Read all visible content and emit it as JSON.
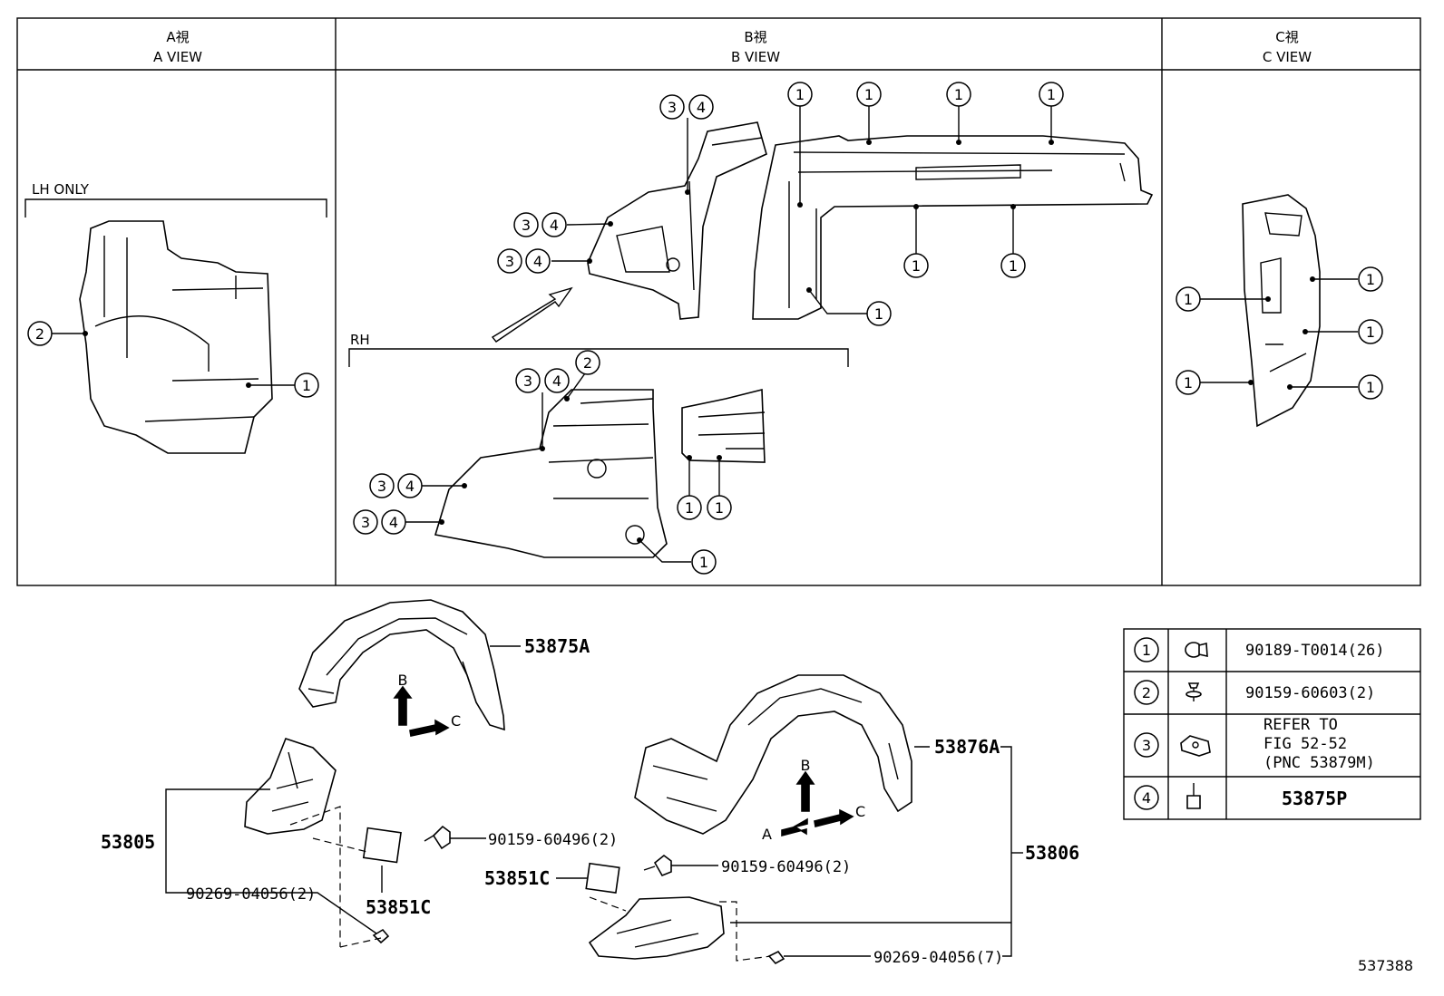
{
  "views": {
    "a": {
      "jp": "A視",
      "en": "A VIEW"
    },
    "b": {
      "jp": "B視",
      "en": "B VIEW"
    },
    "c": {
      "jp": "C視",
      "en": "C VIEW"
    }
  },
  "notes": {
    "lh_only": "LH ONLY",
    "rh": "RH"
  },
  "callouts": {
    "n1": "1",
    "n2": "2",
    "n3": "3",
    "n4": "4"
  },
  "parts": {
    "p53875A": "53875A",
    "p53876A": "53876A",
    "p53805": "53805",
    "p53806": "53806",
    "p53851C_left": "53851C",
    "p53851C_right": "53851C",
    "screw_left": "90159-60496(2)",
    "screw_right": "90159-60496(2)",
    "bolt_left": "90269-04056(2)",
    "bolt_right": "90269-04056(7)"
  },
  "arrows": {
    "b": "B",
    "c": "C",
    "a": "A"
  },
  "legend": [
    {
      "num": "1",
      "icon": "clip-icon",
      "text": "90189-T0014(26)"
    },
    {
      "num": "2",
      "icon": "screw-icon",
      "text": "90159-60603(2)"
    },
    {
      "num": "3",
      "icon": "nut-icon",
      "text": "REFER TO\nFIG 52-52\n(PNC 53879M)"
    },
    {
      "num": "4",
      "icon": "bolt-icon",
      "text": "53875P"
    }
  ],
  "legend_lines": {
    "r1": "90189-T0014(26)",
    "r2": "90159-60603(2)",
    "r3a": "REFER TO",
    "r3b": "FIG 52-52",
    "r3c": "(PNC 53879M)",
    "r4": "53875P"
  },
  "figure_id": "537388"
}
